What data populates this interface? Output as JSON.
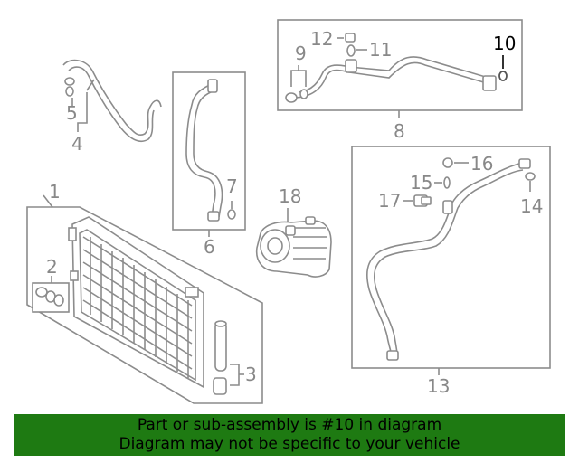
{
  "callouts": {
    "n1": "1",
    "n2": "2",
    "n3": "3",
    "n4": "4",
    "n5": "5",
    "n6": "6",
    "n7": "7",
    "n8": "8",
    "n9": "9",
    "n10": "10",
    "n11": "11",
    "n12": "12",
    "n13": "13",
    "n14": "14",
    "n15": "15",
    "n16": "16",
    "n17": "17",
    "n18": "18"
  },
  "highlighted_part": "10",
  "colors": {
    "banner_bg": "#1e7a12",
    "diagram_line": "#8c8c8c",
    "highlight_text": "#000000"
  },
  "banner": {
    "line1": "Part or sub-assembly is #10 in diagram",
    "line2": "Diagram may not be specific to your vehicle"
  }
}
